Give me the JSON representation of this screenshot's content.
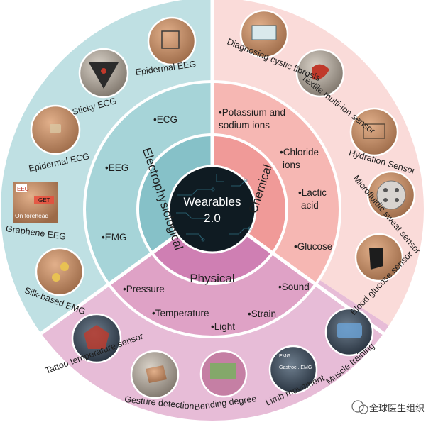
{
  "center": {
    "line1": "Wearables",
    "line2": "2.0"
  },
  "categories": {
    "electrophysiological": "Electrophysiological",
    "chemical": "Chemical",
    "physical": "Physical"
  },
  "items": {
    "ecg": "•ECG",
    "eeg": "•EEG",
    "emg": "•EMG",
    "potassium_1": "•Potassium and",
    "potassium_2": "sodium ions",
    "chloride_1": "•Chloride",
    "chloride_2": "ions",
    "lactic_1": "•Lactic",
    "lactic_2": "acid",
    "glucose": "•Glucose",
    "pressure": "•Pressure",
    "temperature": "•Temperature",
    "light": "•Light",
    "strain": "•Strain",
    "sound": "•Sound"
  },
  "devices": {
    "epidermal_eeg": "Epidermal EEG",
    "sticky_ecg": "Sticky ECG",
    "epidermal_ecg": "Epidermal ECG",
    "graphene_eeg": "Graphene EEG",
    "silk_emg": "Silk-based EMG",
    "cystic_fibrosis": "Diagnosing cystic fibrosis",
    "textile_ion": "Textile multi-ion sensor",
    "hydration": "Hydration Sensor",
    "microfluidic": "Microfluidic sweat sensor",
    "blood_glucose": "Blood glucose sensor",
    "tattoo_temp": "Tattoo temperature sensor",
    "gesture": "Gesture detection",
    "bending": "Bending degree",
    "limb": "Limb movement",
    "muscle": "Muscle training"
  },
  "thumb_text": {
    "eeg_tag": "EEG",
    "get_tag": "GET",
    "forehead": "On forehead",
    "emg_tag": "EMG...",
    "gastro": "Gastroc...EMG"
  },
  "watermark": "全球医生组织",
  "colors": {
    "electrophysiological": "#86c1c8",
    "chemical": "#f09a98",
    "physical": "#cf7fb3",
    "center": "#0f1b22"
  }
}
